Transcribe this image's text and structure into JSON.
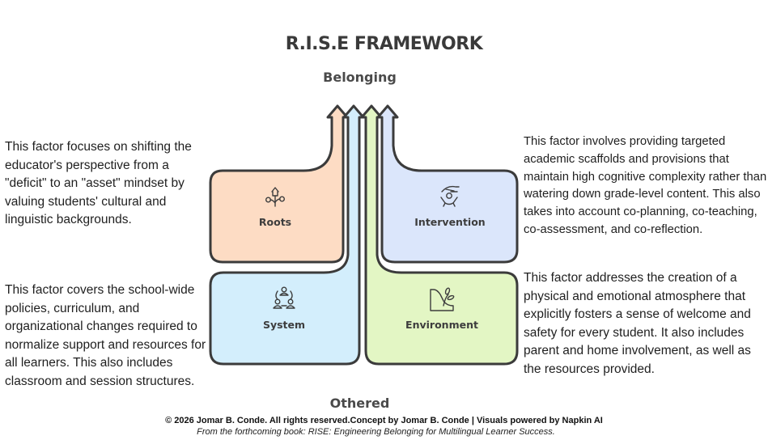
{
  "title": "R.I.S.E FRAMEWORK",
  "axis": {
    "top_label": "Belonging",
    "bottom_label": "Othered"
  },
  "quadrants": {
    "roots": {
      "label": "Roots",
      "icon": "sprout-house-icon",
      "color": "#fddcc4",
      "description": "This factor focuses on shifting the educator's perspective from a \"deficit\" to an \"asset\" mindset by valuing students' cultural and linguistic backgrounds."
    },
    "intervention": {
      "label": "Intervention",
      "icon": "hand-support-person-icon",
      "color": "#dbe6fb",
      "description": "This factor involves providing targeted academic scaffolds and provisions that maintain high cognitive complexity rather than watering down grade-level content. This also takes into account co-planning, co-teaching, co-assessment, and co-reflection."
    },
    "system": {
      "label": "System",
      "icon": "people-network-icon",
      "color": "#d3eefc",
      "description": "This factor covers the school-wide policies, curriculum, and organizational changes required to normalize support and resources for all learners. This also includes classroom and session structures."
    },
    "environment": {
      "label": "Environment",
      "icon": "plant-landscape-icon",
      "color": "#e3f6c4",
      "description": "This factor addresses the creation of a physical and emotional atmosphere that explicitly fosters a sense of welcome and safety for every student. It also includes parent and home involvement, as well as the resources provided."
    }
  },
  "footer": {
    "copyright": "© 2026 Jomar B. Conde. All rights reserved.Concept by Jomar B. Conde | Visuals powered by Napkin AI",
    "source": "From the forthcoming book: RISE: Engineering Belonging for Multilingual Learner Success."
  }
}
